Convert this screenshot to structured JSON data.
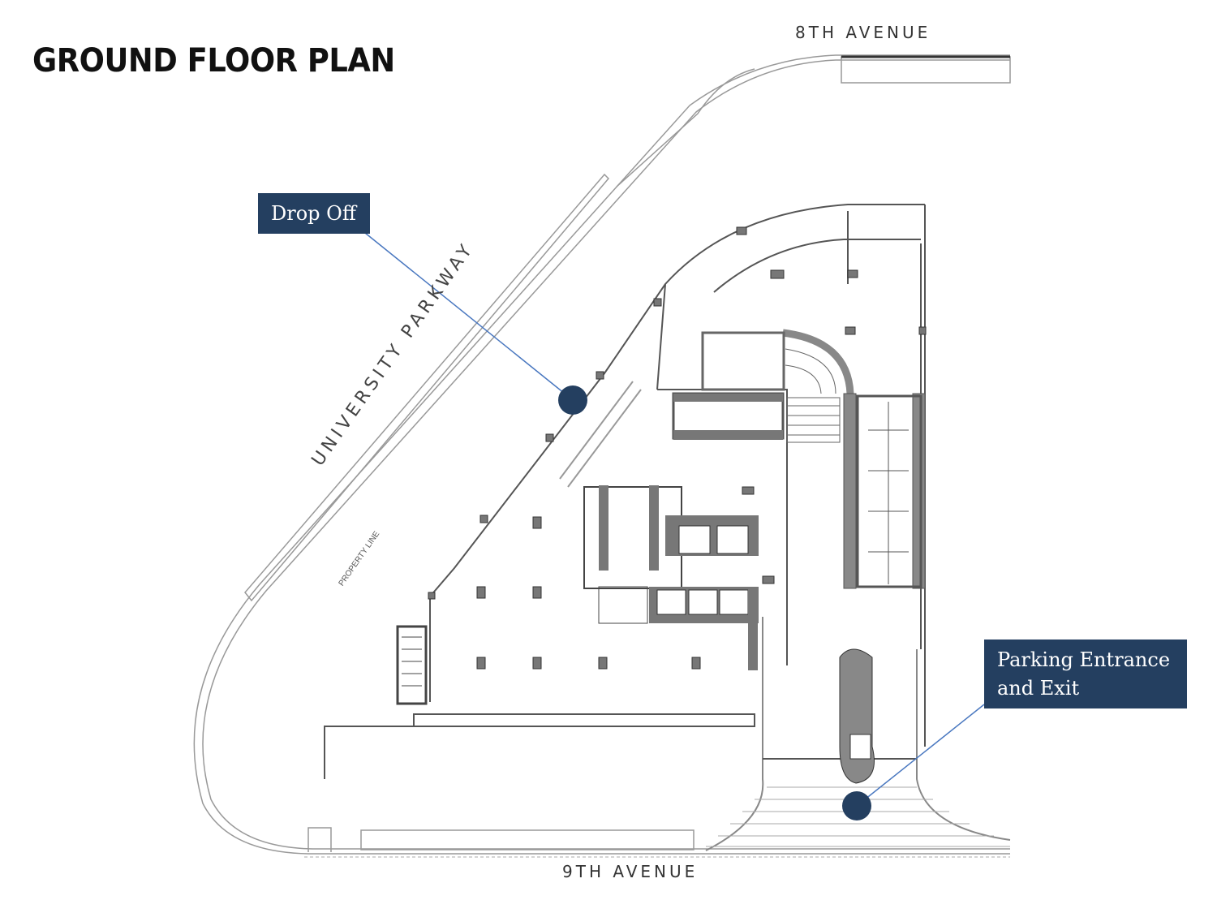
{
  "title": "GROUND FLOOR PLAN",
  "streets": {
    "north": "8TH AVENUE",
    "south": "9TH AVENUE",
    "west": "UNIVERSITY PARKWAY"
  },
  "plan_labels": {
    "property_line": "PROPERTY LINE"
  },
  "callouts": [
    {
      "label": "Drop Off"
    },
    {
      "label": "Parking Entrance and Exit"
    }
  ],
  "colors": {
    "callout": "#243f60",
    "leader_line": "#4a78c0",
    "walls": "#666666"
  }
}
